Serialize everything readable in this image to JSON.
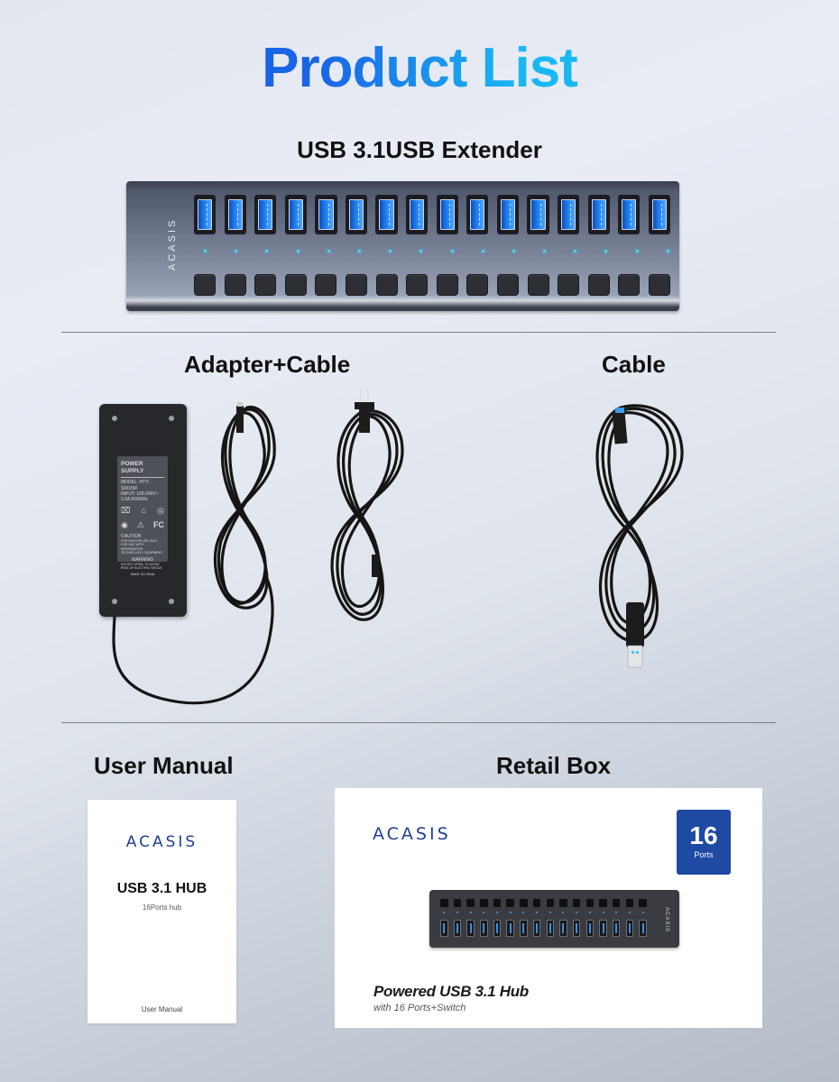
{
  "header": {
    "title": "Product List"
  },
  "sections": {
    "hub": {
      "label": "USB 3.1USB Extender",
      "brand_logo": "ACASIS",
      "port_count": 16,
      "port_color": "#2a8cf5",
      "led_color": "#3fe1ff"
    },
    "adapter": {
      "label": "Adapter+Cable",
      "power_label": {
        "title": "POWER SUPPLY",
        "lines": [
          "MODEL: HTY-SW15M",
          "INPUT: 100-240V~ 2.0A 50/60Hz"
        ],
        "symbols": [
          "weee-icon",
          "indoor-use-icon",
          "ul-icon",
          "ccc-icon",
          "warning-icon",
          "fc-icon"
        ],
        "fc_text": "FC",
        "caution": "CAUTION",
        "caution_text": "FOR INDOOR USE ONLY. FOR USE WITH INFORMATION TECHNOLOGY EQUIPMENT",
        "warning": "WARNING",
        "warning_text": "DO NOT OPEN. TO AVOID RISK OF ELECTRIC SHOCK",
        "made_in": "MADE IN CHINA"
      }
    },
    "cable": {
      "label": "Cable"
    },
    "manual": {
      "label": "User Manual",
      "brand_logo": "ACASIS",
      "title": "USB 3.1 HUB",
      "subtitle": "16Ports hub",
      "footer": "User Manual"
    },
    "retail_box": {
      "label": "Retail Box",
      "brand_logo": "ACASIS",
      "badge_number": "16",
      "badge_unit": "Ports",
      "badge_color": "#1f4aa3",
      "product_title": "Powered USB 3.1 Hub",
      "product_subtitle": "with 16 Ports+Switch",
      "mini_hub_logo": "ACASIS"
    }
  },
  "colors": {
    "title_gradient_start": "#1a64e6",
    "title_gradient_end": "#1ab8f2",
    "brand_blue": "#1f3f91"
  }
}
